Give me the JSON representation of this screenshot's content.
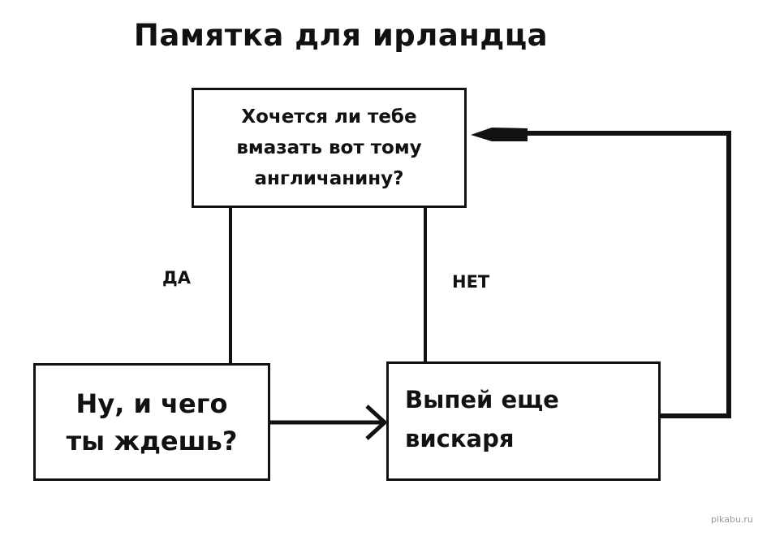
{
  "title": "Памятка для ирландца",
  "nodes": {
    "question": "Хочется ли тебе\nвмазать вот тому\nангличанину?",
    "yes_box": "Ну, и чего\nты ждешь?",
    "drink_box": "Выпей еще\nвискаря"
  },
  "edges": {
    "yes_label": "ДА",
    "no_label": "НЕТ"
  },
  "watermark": "pikabu.ru",
  "colors": {
    "stroke": "#111111",
    "background": "#ffffff",
    "watermark": "#9a9a9a"
  }
}
